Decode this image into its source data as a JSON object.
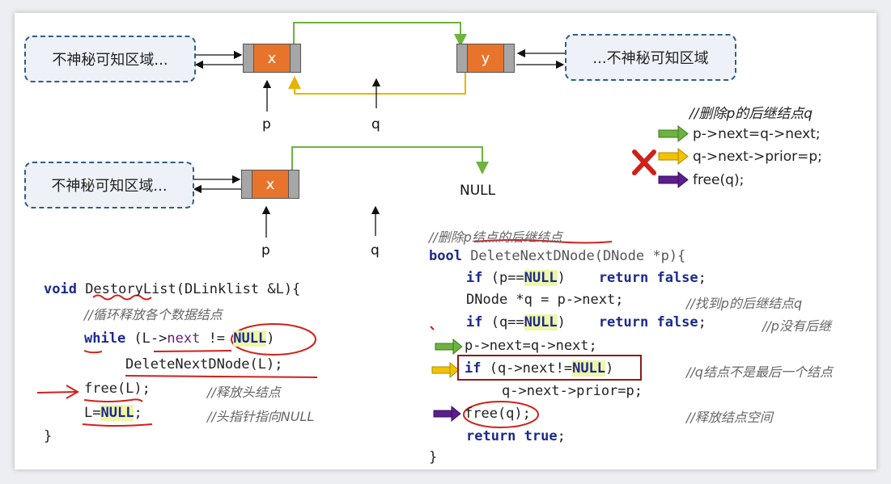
{
  "top_diagram": {
    "left_cloud": "不神秘可知区域...",
    "right_cloud": "...不神秘可知区域",
    "node_x": "x",
    "node_y": "y",
    "label_p": "p",
    "label_q": "q"
  },
  "bottom_diagram": {
    "left_cloud": "不神秘可知区域...",
    "node_x": "x",
    "null_label": "NULL",
    "label_p": "p",
    "label_q": "q"
  },
  "right_steps": {
    "comment": "//删除p的后继结点q",
    "line1": "p->next=q->next;",
    "line2": "q->next->prior=p;",
    "line3": "free(q);"
  },
  "delete_next": {
    "comment": "//删除p结点的后继结点",
    "sig_bool": "bool",
    "sig_name": " DeleteNextDNode(DNode *p){",
    "l1_if": "if",
    "l1_cond_a": " (p==",
    "l1_null": "NULL",
    "l1_cond_b": ")    ",
    "l1_return": "return false",
    "l1_end": ";",
    "l2_code": "DNode *q = p->next;",
    "l2_comment": "//找到p的后继结点q",
    "l3_if": "if",
    "l3_cond_a": " (q==",
    "l3_null": "NULL",
    "l3_cond_b": ")    ",
    "l3_return": "return false",
    "l3_end": ";",
    "l3_comment": "//p没有后继",
    "l4_code": "p->next=q->next;",
    "l5_if": "if",
    "l5_cond_a": " (q->next!=",
    "l5_null": "NULL",
    "l5_cond_b": ")",
    "l5_comment": "//q结点不是最后一个结点",
    "l6_code": "q->next->prior=p;",
    "l7_code": "free(q);",
    "l7_comment": "//释放结点空间",
    "l8_return": "return true",
    "l8_end": ";",
    "close": "}"
  },
  "destroy_list": {
    "sig_void": "void",
    "sig_name": " DestoryList(DLinklist &L){",
    "comment": "//循环释放各个数据结点",
    "while_kw": "while",
    "while_a": " (L->",
    "while_next": "next",
    "while_b": " != ",
    "while_null": "NULL",
    "while_c": ")",
    "call": "DeleteNextDNode(L);",
    "free": "free(L);",
    "free_comment": "//释放头结点",
    "assign_a": "L=",
    "assign_null": "NULL",
    "assign_b": ";",
    "assign_comment": "//头指针指向NULL",
    "close": "}"
  },
  "colors": {
    "green": "#6db33f",
    "yellow": "#e8b300",
    "purple": "#5b1e8c",
    "red": "#d0201a",
    "box": "#8b1a1a"
  }
}
